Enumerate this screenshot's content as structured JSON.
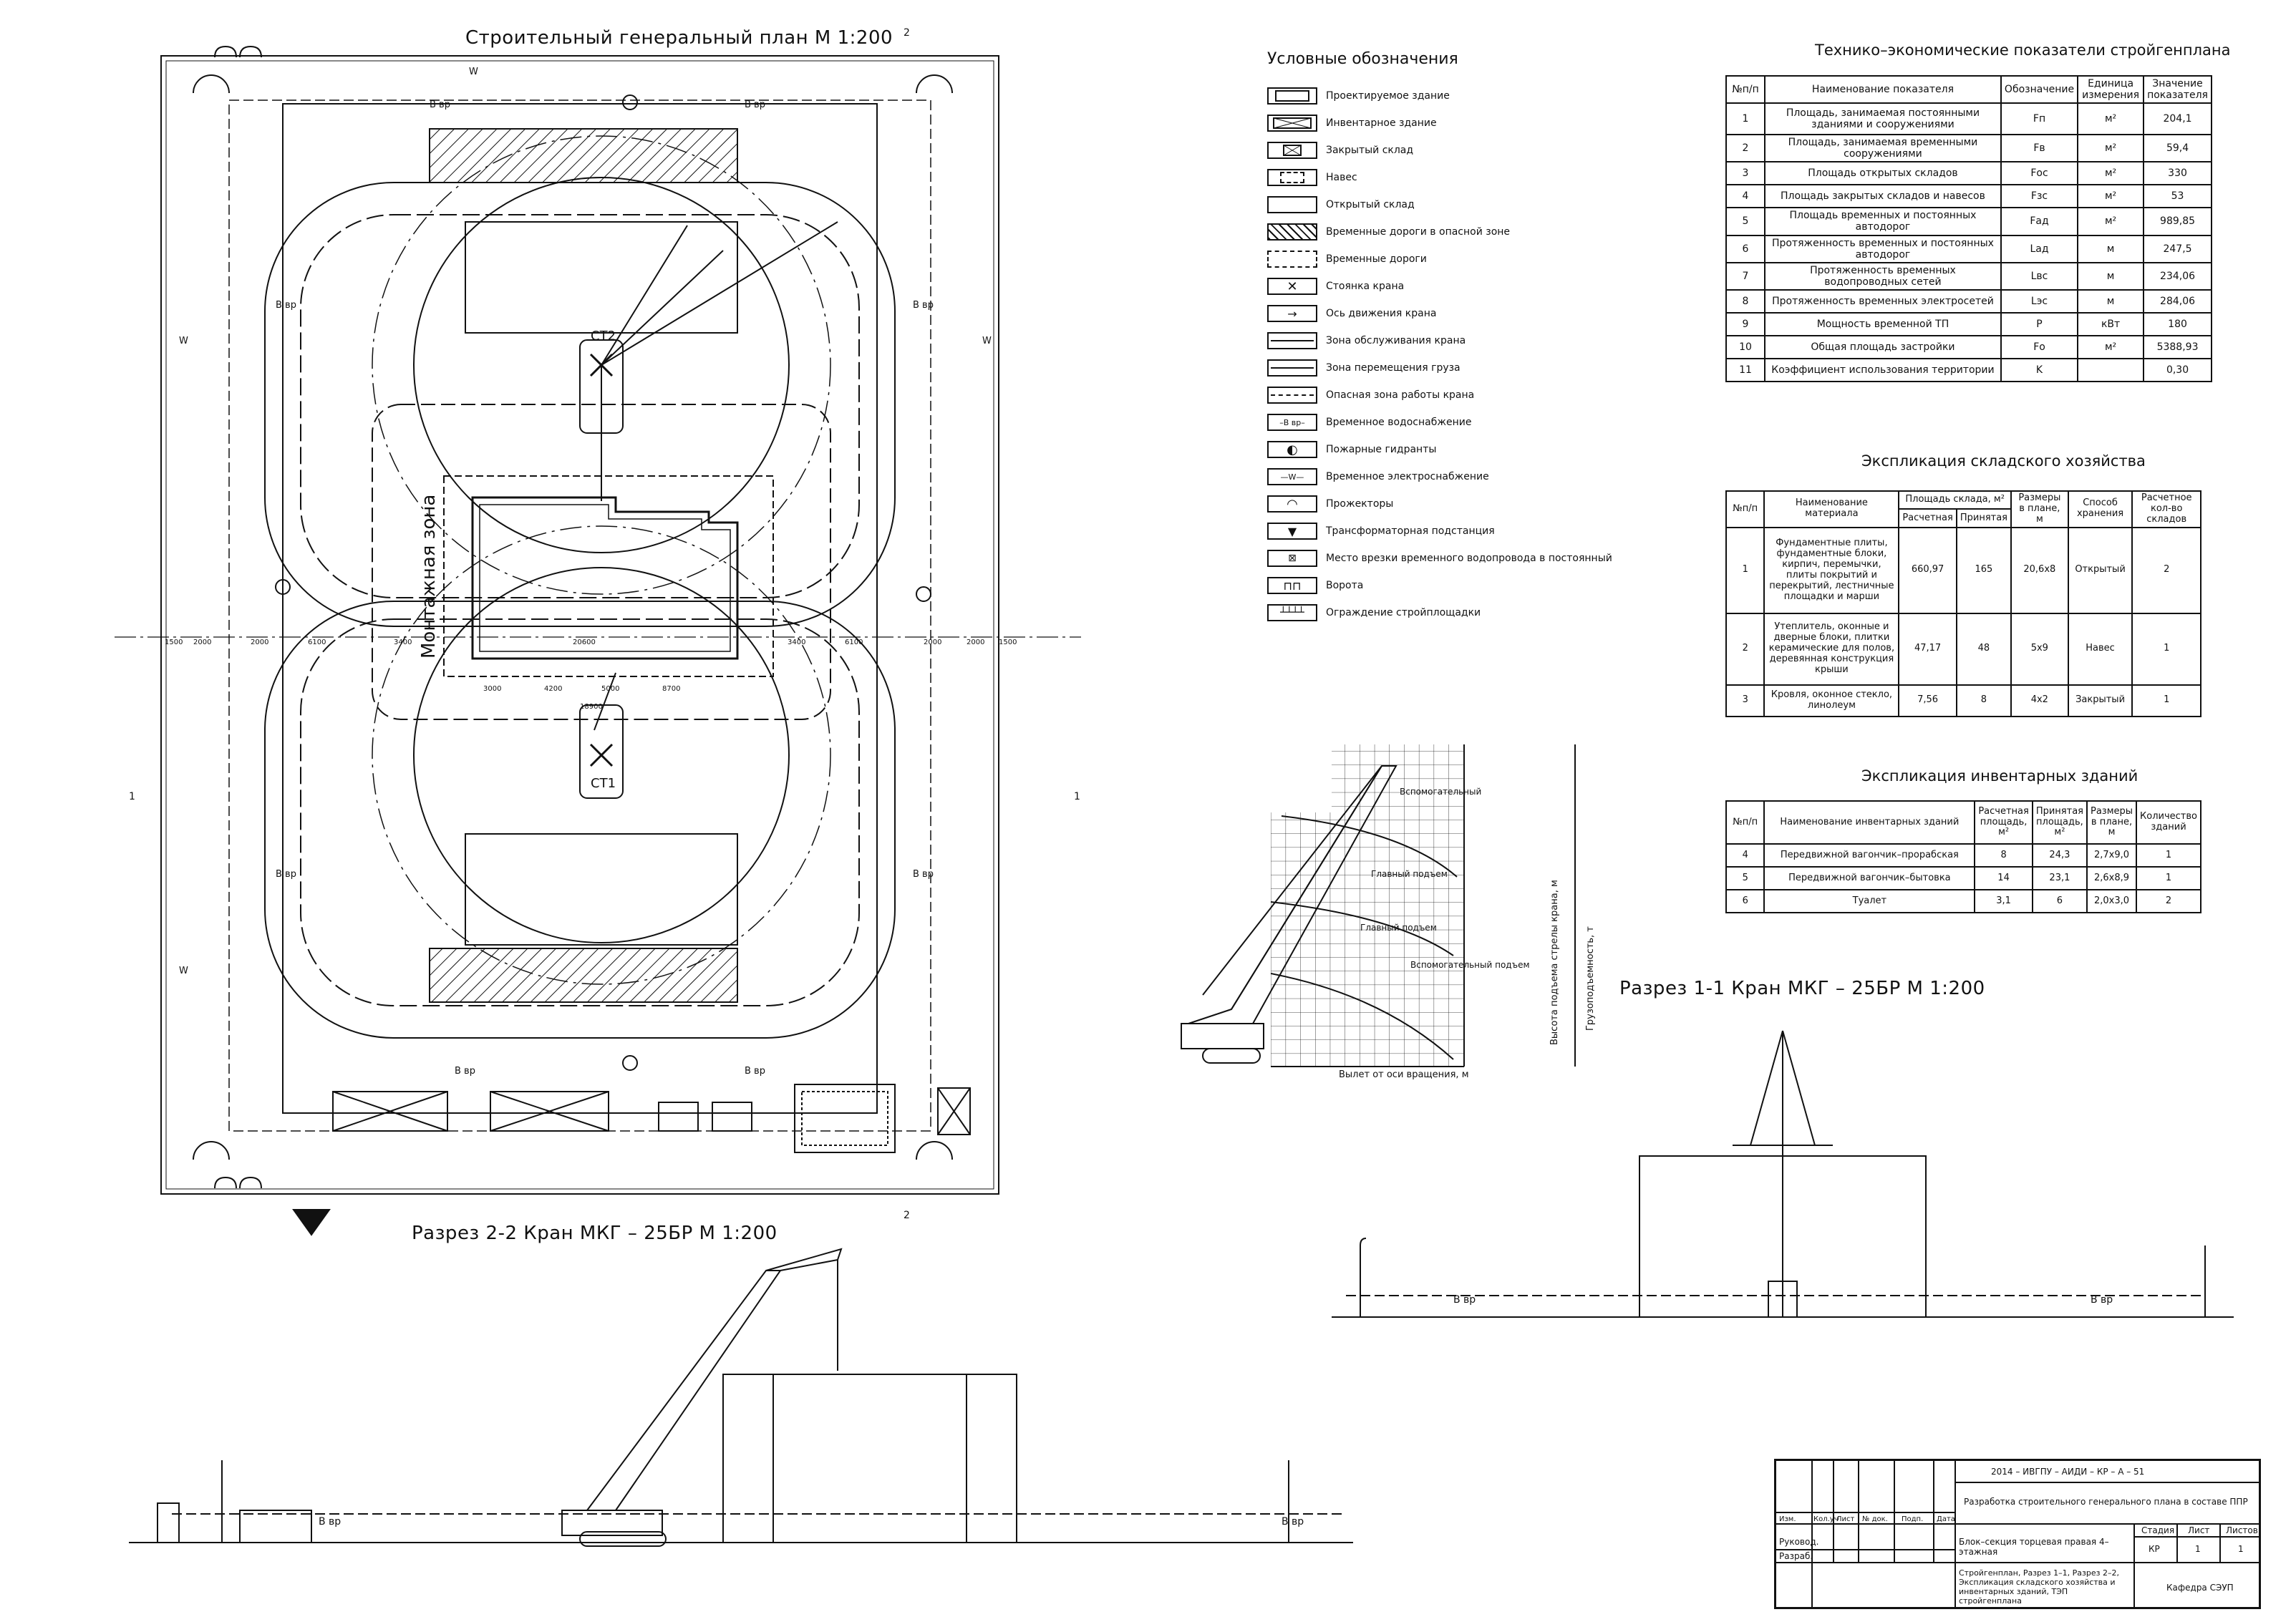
{
  "titles": {
    "genplan": "Строительный генеральный план М 1:200",
    "section22": "Разрез 2-2 Кран  МКГ – 25БР М 1:200",
    "section11": "Разрез 1-1 Кран МКГ – 25БР М 1:200"
  },
  "legend": {
    "title": "Условные обозначения",
    "items": [
      "Проектируемое здание",
      "Инвентарное здание",
      "Закрытый склад",
      "Навес",
      "Открытый склад",
      "Временные дороги в опасной зоне",
      "Временные дороги",
      "Стоянка крана",
      "Ось движения крана",
      "Зона обслуживания крана",
      "Зона перемещения груза",
      "Опасная зона работы крана",
      "Временное водоснабжение",
      "Пожарные гидранты",
      "Временное электроснабжение",
      "Прожекторы",
      "Трансформаторная подстанция",
      "Место врезки временного водопровода в постоянный",
      "Ворота",
      "Ограждение стройплощадки"
    ]
  },
  "tep": {
    "caption": "Технико–экономические показатели стройгенплана",
    "headers": [
      "№п/п",
      "Наименование показателя",
      "Обозначение",
      "Единица измерения",
      "Значение показателя"
    ],
    "rows": [
      [
        "1",
        "Площадь, занимаемая постоянными зданиями и сооружениями",
        "Fп",
        "м²",
        "204,1"
      ],
      [
        "2",
        "Площадь, занимаемая временными сооружениями",
        "Fв",
        "м²",
        "59,4"
      ],
      [
        "3",
        "Площадь открытых складов",
        "Fос",
        "м²",
        "330"
      ],
      [
        "4",
        "Площадь закрытых складов и навесов",
        "Fзс",
        "м²",
        "53"
      ],
      [
        "5",
        "Площадь временных и постоянных автодорог",
        "Fад",
        "м²",
        "989,85"
      ],
      [
        "6",
        "Протяженность временных и постоянных автодорог",
        "Lад",
        "м",
        "247,5"
      ],
      [
        "7",
        "Протяженность временных водопроводных сетей",
        "Lвс",
        "м",
        "234,06"
      ],
      [
        "8",
        "Протяженность временных электросетей",
        "Lэс",
        "м",
        "284,06"
      ],
      [
        "9",
        "Мощность временной ТП",
        "P",
        "кВт",
        "180"
      ],
      [
        "10",
        "Общая площадь застройки",
        "Fо",
        "м²",
        "5388,93"
      ],
      [
        "11",
        "Коэффициент использования территории",
        "K",
        "",
        "0,30"
      ]
    ]
  },
  "storage": {
    "caption": "Экспликация складского хозяйства",
    "h": {
      "num": "№п/п",
      "name": "Наименование материала",
      "area": "Площадь склада, м²",
      "calc": "Расчетная",
      "acc": "Принятая",
      "size": "Размеры в плане, м",
      "way": "Способ хранения",
      "count": "Расчетное кол-во складов"
    },
    "rows": [
      [
        "1",
        "Фундаментные плиты, фундаментные блоки, кирпич, перемычки, плиты покрытий и перекрытий, лестничные площадки и марши",
        "660,97",
        "165",
        "20,6х8",
        "Открытый",
        "2"
      ],
      [
        "2",
        "Утеплитель, оконные и дверные блоки, плитки керамические для полов, деревянная конструкция крыши",
        "47,17",
        "48",
        "5х9",
        "Навес",
        "1"
      ],
      [
        "3",
        "Кровля, оконное стекло, линолеум",
        "7,56",
        "8",
        "4х2",
        "Закрытый",
        "1"
      ]
    ]
  },
  "inv": {
    "caption": "Экспликация инвентарных зданий",
    "headers": [
      "№п/п",
      "Наименование инвентарных зданий",
      "Расчетная площадь, м²",
      "Принятая площадь, м²",
      "Размеры в плане, м",
      "Количество зданий"
    ],
    "rows": [
      [
        "4",
        "Передвижной вагончик–прорабская",
        "8",
        "24,3",
        "2,7х9,0",
        "1"
      ],
      [
        "5",
        "Передвижной вагончик–бытовка",
        "14",
        "23,1",
        "2,6х8,9",
        "1"
      ],
      [
        "6",
        "Туалет",
        "3,1",
        "6",
        "2,0х3,0",
        "2"
      ]
    ]
  },
  "graph": {
    "xlabel": "Вылет от оси вращения, м",
    "ylabel1": "Высота подъема стрелы крана, м",
    "ylabel2": "Грузоподъемность, т",
    "labels": [
      "Вспомогательный",
      "Главный подъем",
      "Главный подъем",
      "Вспомогательный подъем"
    ]
  },
  "plan": {
    "zone_label": "Монтажная зона",
    "st1": "СТ1",
    "st2": "СТ2",
    "vvr": "В вр",
    "w": "W",
    "dims_bottom": [
      "1500",
      "2000",
      "2000",
      "6100",
      "3400",
      "20600",
      "3400",
      "6100",
      "2000",
      "2000",
      "1500"
    ],
    "dims_building": [
      "3000",
      "4200",
      "5000",
      "8700"
    ],
    "dim_total": "18900"
  },
  "stamp": {
    "code": "2014 – ИВГПУ – АИДИ – КР – А – 51",
    "title": "Разработка строительного генерального плана в составе ППР",
    "object": "Блок–секция торцевая правая 4–этажная",
    "sheet_desc": "Стройгенплан, Разрез 1–1, Разрез 2–2, Экспликация складского хозяйства и инвентарных зданий, ТЭП стройгенплана",
    "org": "Кафедра СЭУП",
    "stage_h": "Стадия",
    "sheet_h": "Лист",
    "sheets_h": "Листов",
    "stage": "КР",
    "sheet": "1",
    "sheets": "1",
    "cols": [
      "Изм.",
      "Кол.уч",
      "Лист",
      "№ док.",
      "Подп.",
      "Дата"
    ],
    "roles": [
      "Руковод.",
      "Разраб."
    ]
  },
  "section_marks": {
    "one": "1",
    "two": "2"
  }
}
